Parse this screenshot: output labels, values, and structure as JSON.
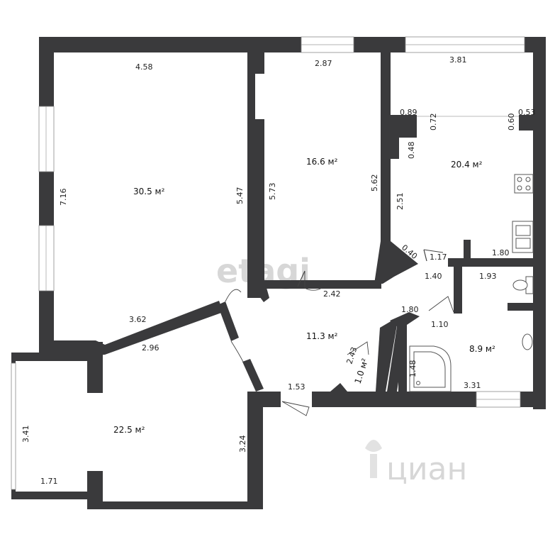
{
  "watermarks": [
    "etagi",
    "циан"
  ],
  "rooms": [
    {
      "id": "living",
      "area": "30.5 м²"
    },
    {
      "id": "bedroom",
      "area": "16.6 м²"
    },
    {
      "id": "kitchen",
      "area": "20.4 м²"
    },
    {
      "id": "room-south",
      "area": "22.5 м²"
    },
    {
      "id": "hall",
      "area": "11.3 м²"
    },
    {
      "id": "closet",
      "area": "1.0 м²"
    },
    {
      "id": "bathroom",
      "area": "8.9 м²"
    }
  ],
  "dimensions": {
    "living_top": "4.58",
    "living_left": "7.16",
    "living_right": "5.47",
    "living_bottom": "3.62",
    "bedroom_top": "2.87",
    "bedroom_left": "5.73",
    "bedroom_right": "5.62",
    "bedroom_bottom": "2.42",
    "kitchen_top": "3.81",
    "kitchen_niche_left": "0.89",
    "kitchen_niche_right": "0.53",
    "kitchen_a": "0.72",
    "kitchen_b": "0.60",
    "kitchen_c": "0.48",
    "kitchen_left": "2.51",
    "kitchen_corner": "0.40",
    "kitchen_door": "1.17",
    "kitchen_bottom": "1.80",
    "hall_top": "1.40",
    "hall_mid": "1.80",
    "hall_door": "1.10",
    "hall_bottom": "1.53",
    "closet_diag": "2.43",
    "bath_top": "1.93",
    "bath_shower": "1.48",
    "bath_bottom": "3.31",
    "south_top": "2.96",
    "south_right": "3.24",
    "balcony_left": "3.41",
    "balcony_bottom": "1.71"
  }
}
